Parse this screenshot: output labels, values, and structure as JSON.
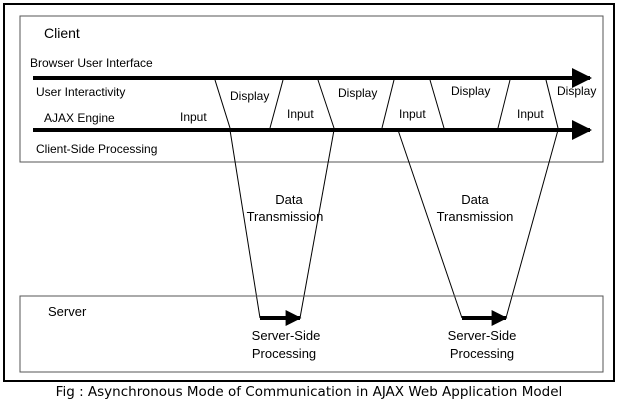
{
  "client": {
    "title": "Client",
    "browser_ui": "Browser User Interface",
    "user_interactivity": "User Interactivity",
    "ajax_engine": "AJAX Engine",
    "client_side_processing": "Client-Side Processing",
    "display_labels": [
      "Display",
      "Display",
      "Display",
      "Display"
    ],
    "input_labels": [
      "Input",
      "Input",
      "Input",
      "Input"
    ]
  },
  "transmissions": [
    {
      "line1": "Data",
      "line2": "Transmission"
    },
    {
      "line1": "Data",
      "line2": "Transmission"
    }
  ],
  "server": {
    "title": "Server",
    "processing": [
      {
        "line1": "Server-Side",
        "line2": "Processing"
      },
      {
        "line1": "Server-Side",
        "line2": "Processing"
      }
    ]
  },
  "caption": "Fig : Asynchronous Mode of Communication in AJAX Web Application Model"
}
